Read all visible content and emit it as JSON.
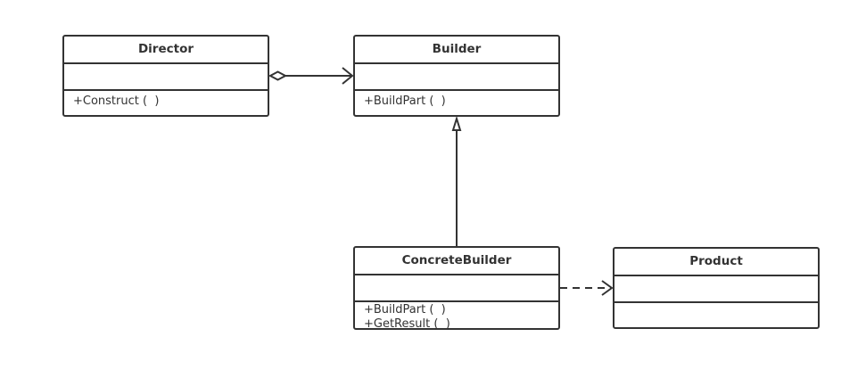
{
  "classes": {
    "director": {
      "name": "Director",
      "operations": [
        "+Construct (  )"
      ]
    },
    "builder": {
      "name": "Builder",
      "operations": [
        "+BuildPart (  )"
      ]
    },
    "concrete_builder": {
      "name": "ConcreteBuilder",
      "operations": [
        "+BuildPart (  )",
        "+GetResult (  )"
      ]
    },
    "product": {
      "name": "Product",
      "operations": []
    }
  },
  "relationships": [
    {
      "type": "aggregation",
      "from": "Director",
      "to": "Builder"
    },
    {
      "type": "generalization",
      "from": "ConcreteBuilder",
      "to": "Builder"
    },
    {
      "type": "dependency",
      "from": "ConcreteBuilder",
      "to": "Product"
    }
  ]
}
